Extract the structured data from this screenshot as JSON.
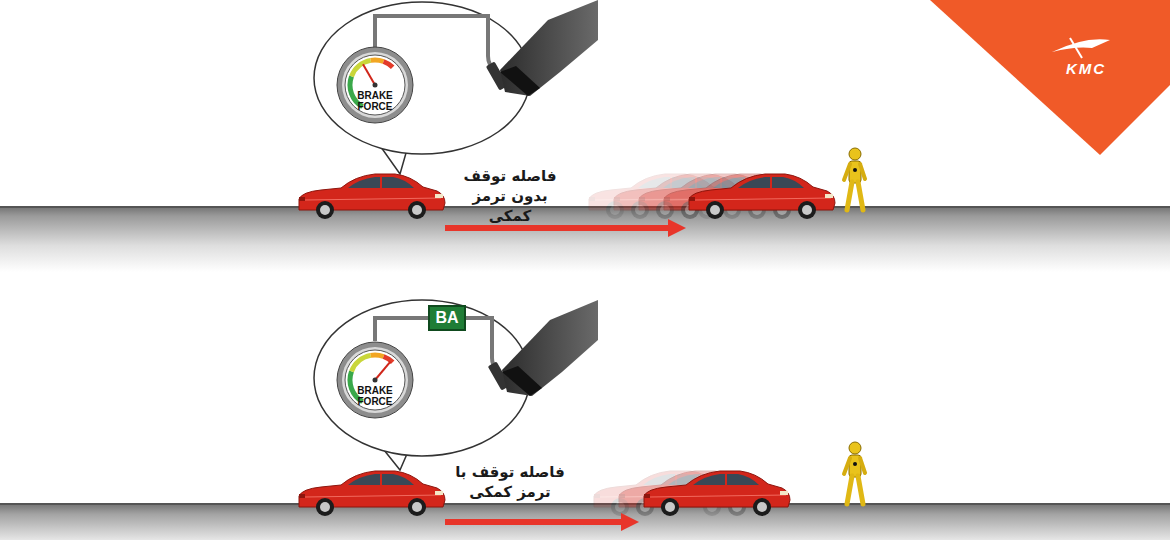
{
  "diagram": {
    "nodes": [
      {
        "text": [
          "BRAKE FORCE"
        ]
      },
      {
        "text": [
          "BA"
        ]
      },
      {
        "text": [
          "BRAKE FORCE"
        ]
      }
    ],
    "edges": [
      {
        "from": 2,
        "to": 1,
        "arrow": "none"
      }
    ],
    "labels": [
      "فاصله توقف بدون ترمز کمکی",
      "فاصله توقف با ترمز کمکی",
      "KMC"
    ]
  }
}
